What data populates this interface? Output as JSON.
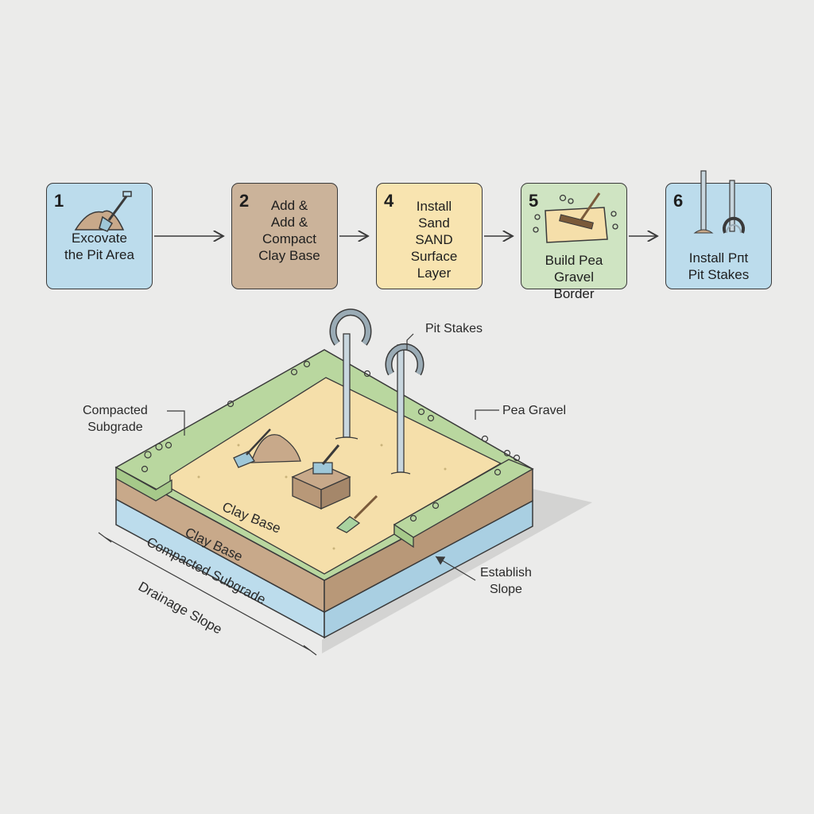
{
  "steps": [
    {
      "num": "1",
      "label": "Excovate\nthe Pit Area",
      "color": "#bcdcec"
    },
    {
      "num": "2",
      "label": "Add &\nAdd &\nCompact\nClay Base",
      "color": "#cbb39a"
    },
    {
      "num": "4",
      "label": "Install\nSand\nSAND\nSurface\nLayer",
      "color": "#f8e4b0"
    },
    {
      "num": "5",
      "label": "Build Pea Gravel\nBorder",
      "color": "#cfe4c2"
    },
    {
      "num": "6",
      "label": "Install Pпt\nPit Stakes",
      "color": "#bcdcec"
    }
  ],
  "callouts": {
    "pit_stakes": "Pit Stakes",
    "compacted_subgrade": "Compacted\nSubgrade",
    "pea_gravel": "Pea Gravel",
    "establish_slope": "Establish\nSlope"
  },
  "layers": {
    "clay_base_top": "Clay Base",
    "clay_base_side": "Clay Base",
    "compacted_subgrade_side": "Compacted Subgrade",
    "drainage_slope": "Drainage Slope"
  },
  "colors": {
    "sand": "#f5dfaa",
    "clay": "#c8a98a",
    "subgrade": "#bcdcec",
    "gravel": "#b9d79f",
    "background": "#ebebea"
  }
}
